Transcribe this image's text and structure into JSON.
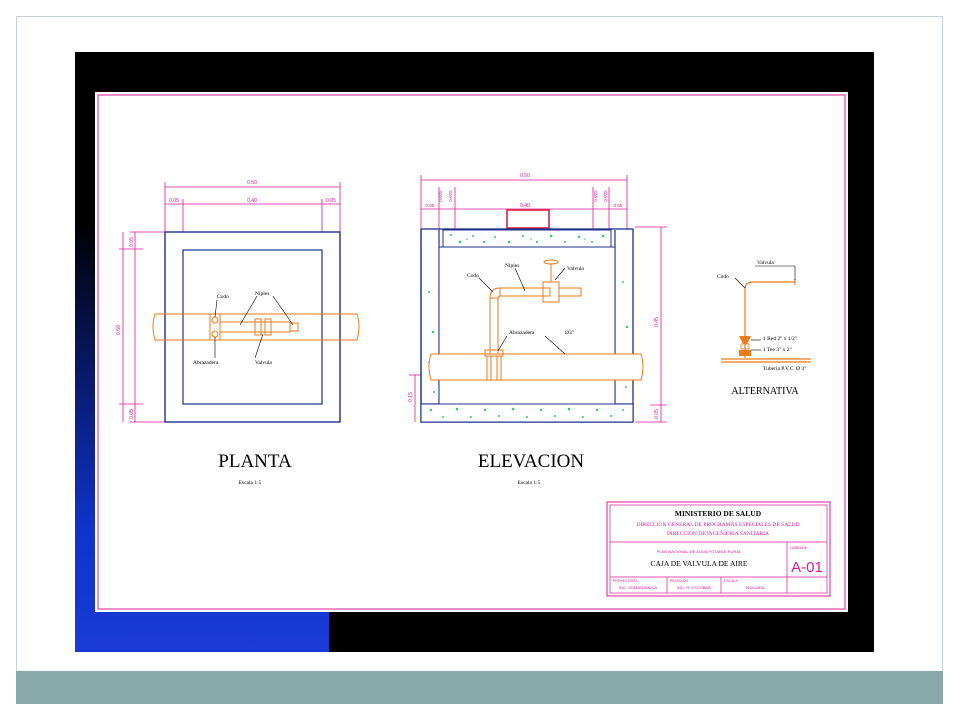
{
  "drawing": {
    "planta": {
      "title": "PLANTA",
      "scale": "Escala 1:5",
      "dims": {
        "top_total": "0.50",
        "top_inner": "0.40",
        "top_left": "0.05",
        "top_right": "0.05",
        "side_total": "0.50",
        "side_top": "0.05",
        "side_bottom": "0.05"
      },
      "labels": {
        "codo": "Codo",
        "niples": "Niples",
        "abrazadera": "Abrazadera",
        "valvula": "Valvula"
      }
    },
    "elevacion": {
      "title": "ELEVACION",
      "scale": "Escala 1:5",
      "dims": {
        "top_total": "0.50",
        "top_inner": "0.40",
        "left_a": "0.025",
        "left_b": "0.025",
        "right_a": "0.025",
        "right_b": "0.025",
        "edge_l": "0.05",
        "edge_r": "0.05",
        "side_total": "0.45",
        "side_bottom": "0.05",
        "left_bottom": "0.15"
      },
      "labels": {
        "codo": "Codo",
        "niples": "Niples",
        "valvula": "Valvula",
        "abrazadera": "Abrazadera",
        "diam": "Ø3\""
      }
    },
    "alternativa": {
      "title": "ALTERNATIVA",
      "labels": {
        "valvula": "Valvula",
        "codo": "Codo",
        "red": "1 Red 2\" x 1/2\"",
        "tee": "1 Tee 3\" x 2\"",
        "tuberia": "Tuberia P.V.C. Ø 3\""
      }
    },
    "title_block": {
      "ministry": "MINISTERIO DE SALUD",
      "direccion_general": "DIRECCION GENERAL DE PROGRAMAS ESPECIALES DE SALUD",
      "direccion": "DIRECCION DE INGENIERIA SANITARIA",
      "plan": "PLAN NACIONAL DE AGUA POTABLE RURAL",
      "plan_title": "CAJA DE VALVULA DE AIRE",
      "sheet_label": "LAMINA Nº",
      "sheet_number": "A-01",
      "proyecto_label": "PROYECTISTA",
      "proyecto_value": "ING. SOMANJANICA",
      "revisado_label": "REVISADO",
      "revisado_value": "ING. R. ESCOBAR",
      "escala_label": "ESCALA",
      "escala_value": "INDICADA"
    }
  },
  "colors": {
    "magenta": "#e0189a",
    "blue": "#1c2f8c",
    "orange": "#ef7a1a",
    "green": "#2fd05a",
    "red": "#e02040"
  }
}
